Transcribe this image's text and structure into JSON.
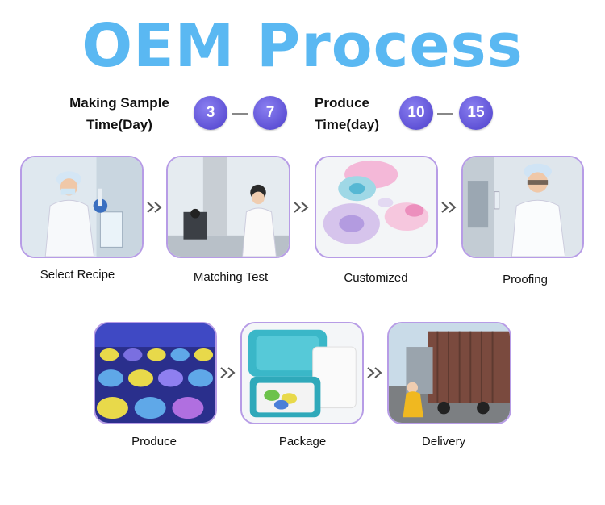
{
  "title": "OEM Process",
  "sample": {
    "label_line1": "Making Sample",
    "label_line2": "Time(Day)",
    "from": "3",
    "to": "7"
  },
  "produce": {
    "label_line1": "Produce",
    "label_line2": "Time(day)",
    "from": "10",
    "to": "15"
  },
  "steps": [
    {
      "caption": "Select Recipe"
    },
    {
      "caption": "Matching Test"
    },
    {
      "caption": "Customized"
    },
    {
      "caption": "Proofing"
    },
    {
      "caption": "Produce"
    },
    {
      "caption": "Package"
    },
    {
      "caption": "Delivery"
    }
  ],
  "colors": {
    "title": "#5ab8f2",
    "badge": "#5f52d6",
    "frame": "#b79ce6"
  },
  "icons": [
    "double-chevron-right-icon"
  ]
}
